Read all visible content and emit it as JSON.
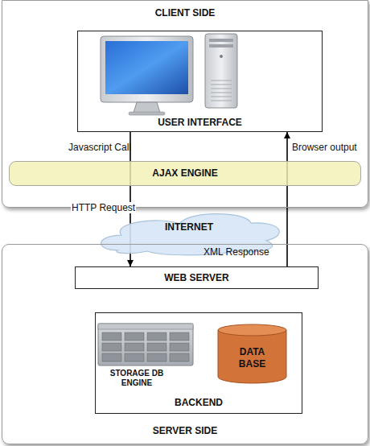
{
  "diagram": {
    "nodes": [
      {
        "text": [
          "CLIENT SIDE"
        ]
      },
      {
        "text": [
          "USER INTERFACE"
        ],
        "in": 0
      },
      {
        "text": [
          "AJAX ENGINE"
        ],
        "in": 0
      },
      {
        "text": [
          "INTERNET"
        ]
      },
      {
        "text": [
          "SERVER SIDE"
        ]
      },
      {
        "text": [
          "WEB SERVER"
        ],
        "in": 4
      },
      {
        "text": [
          "BACKEND"
        ],
        "in": 4
      },
      {
        "text": [
          "DATA BASE"
        ],
        "in": 6
      }
    ],
    "edges": [
      {
        "from": 1,
        "to": 5,
        "label": "HTTP Request",
        "arrow": "to"
      },
      {
        "from": 5,
        "to": 1,
        "label": "XML Response",
        "arrow": "to"
      }
    ],
    "labels": [
      "Javascript Call",
      "Browser output",
      "STORAGE DB ENGINE"
    ]
  }
}
